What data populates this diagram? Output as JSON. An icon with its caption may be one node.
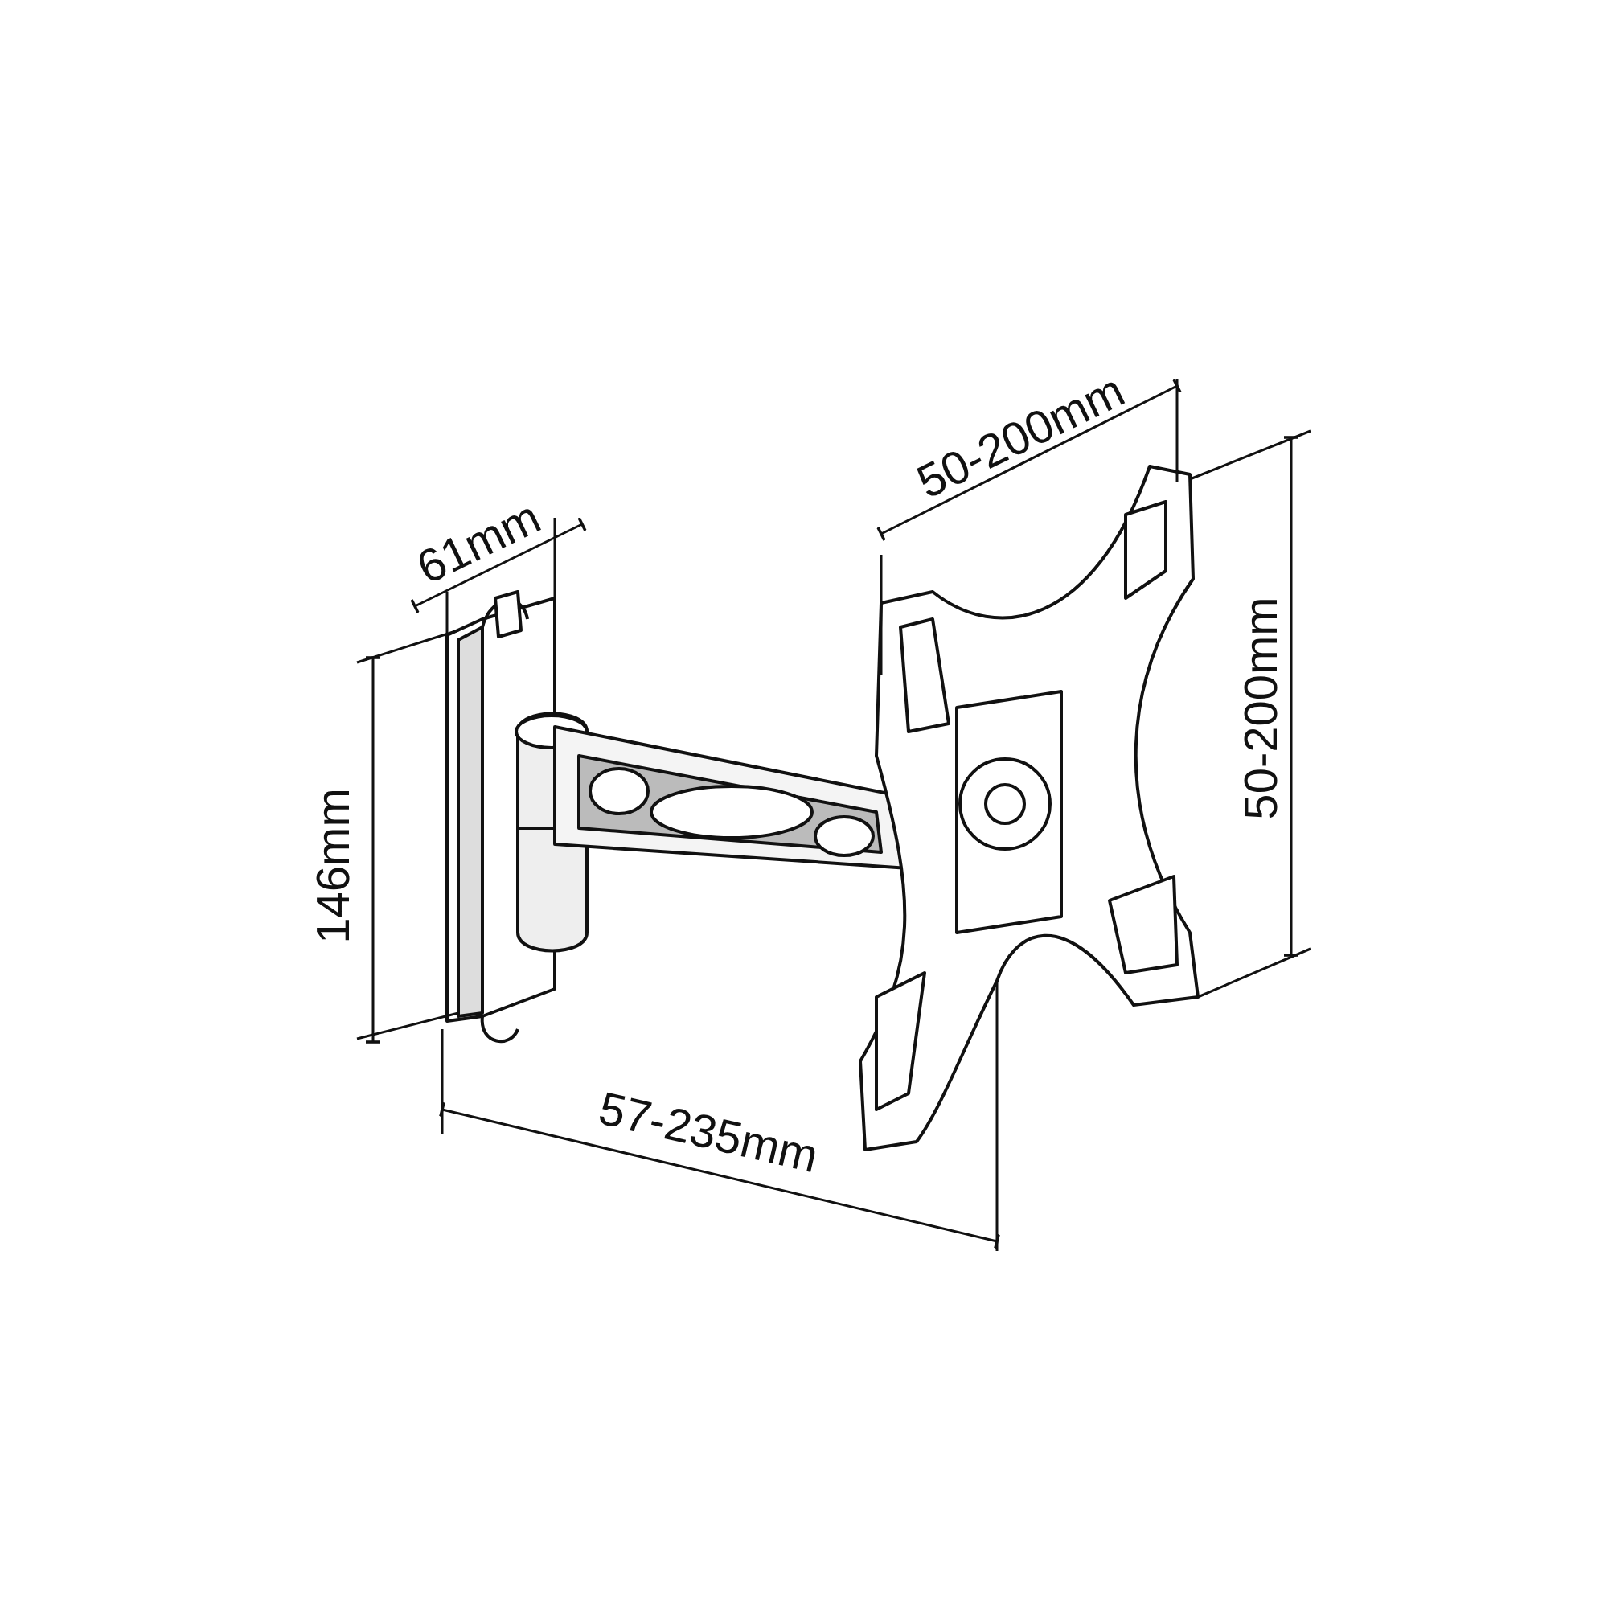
{
  "diagram": {
    "labels": [
      "50-200mm",
      "61mm",
      "50-200mm",
      "146mm",
      "57-235mm"
    ]
  }
}
